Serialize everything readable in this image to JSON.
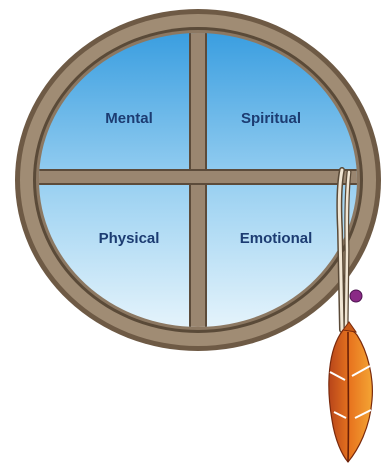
{
  "quadrants": {
    "top_left": "Mental",
    "top_right": "Spiritual",
    "bottom_left": "Physical",
    "bottom_right": "Emotional"
  },
  "colors": {
    "frame_outer": "#6e5a45",
    "frame_mid": "#a08c74",
    "frame_inner": "#5a4a38",
    "cross_fill": "#9a8670",
    "cross_edge": "#5c4b3a",
    "sky_top": "#3a9ee0",
    "sky_bottom": "#e4f3fb",
    "label": "#1c3c72",
    "bead": "#8a2a86",
    "feather_dark": "#b8451a",
    "feather_light": "#f4a534"
  },
  "icons": {
    "window": "medicine-wheel-window",
    "hanging": "feather-icon"
  }
}
